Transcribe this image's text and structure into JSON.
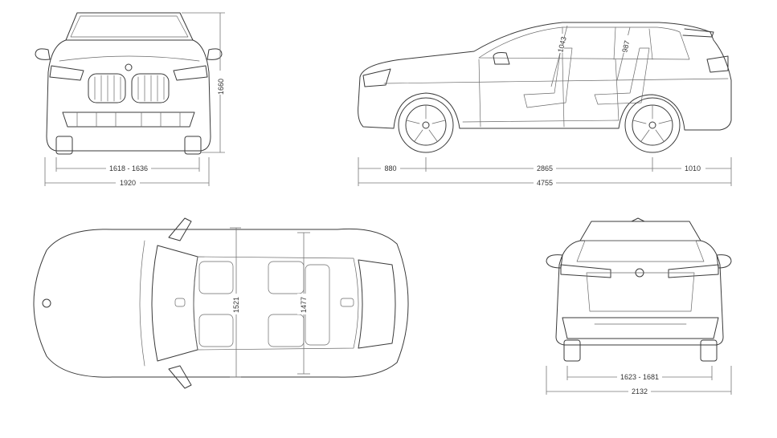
{
  "front_view": {
    "track_width": "1618 - 1636",
    "overall_width": "1920",
    "height": "1660"
  },
  "side_view": {
    "front_overhang": "880",
    "wheelbase": "2865",
    "rear_overhang": "1010",
    "overall_length": "4755",
    "front_headroom": "1043",
    "rear_headroom": "987"
  },
  "top_view": {
    "front_shoulder_width": "1521",
    "rear_shoulder_width": "1477"
  },
  "rear_view": {
    "track_width": "1623 - 1681",
    "width_incl_mirrors": "2132"
  },
  "colors": {
    "line": "#3a3a3a",
    "dimension": "#777777",
    "background": "#ffffff"
  }
}
